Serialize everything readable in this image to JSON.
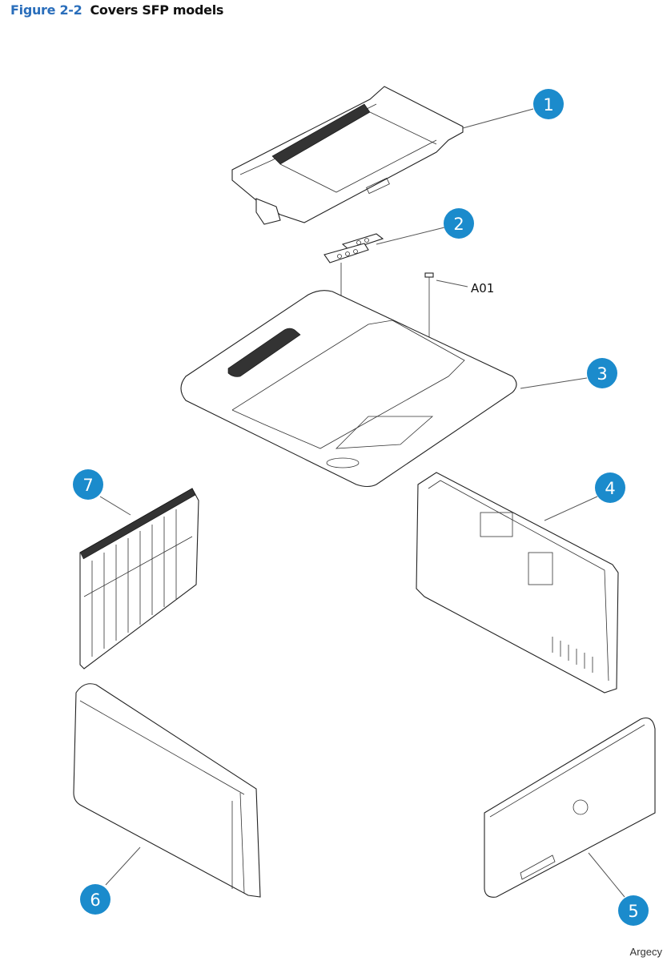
{
  "figure": {
    "number": "Figure 2-2",
    "caption": "Covers SFP models"
  },
  "callouts": [
    {
      "id": "1",
      "label": "1"
    },
    {
      "id": "2",
      "label": "2"
    },
    {
      "id": "3",
      "label": "3"
    },
    {
      "id": "4",
      "label": "4"
    },
    {
      "id": "5",
      "label": "5"
    },
    {
      "id": "6",
      "label": "6"
    },
    {
      "id": "7",
      "label": "7"
    }
  ],
  "screw_label": "A01",
  "watermark": "Argecy",
  "colors": {
    "callout": "#1b8bcc",
    "figure_number": "#2a6ebb"
  }
}
